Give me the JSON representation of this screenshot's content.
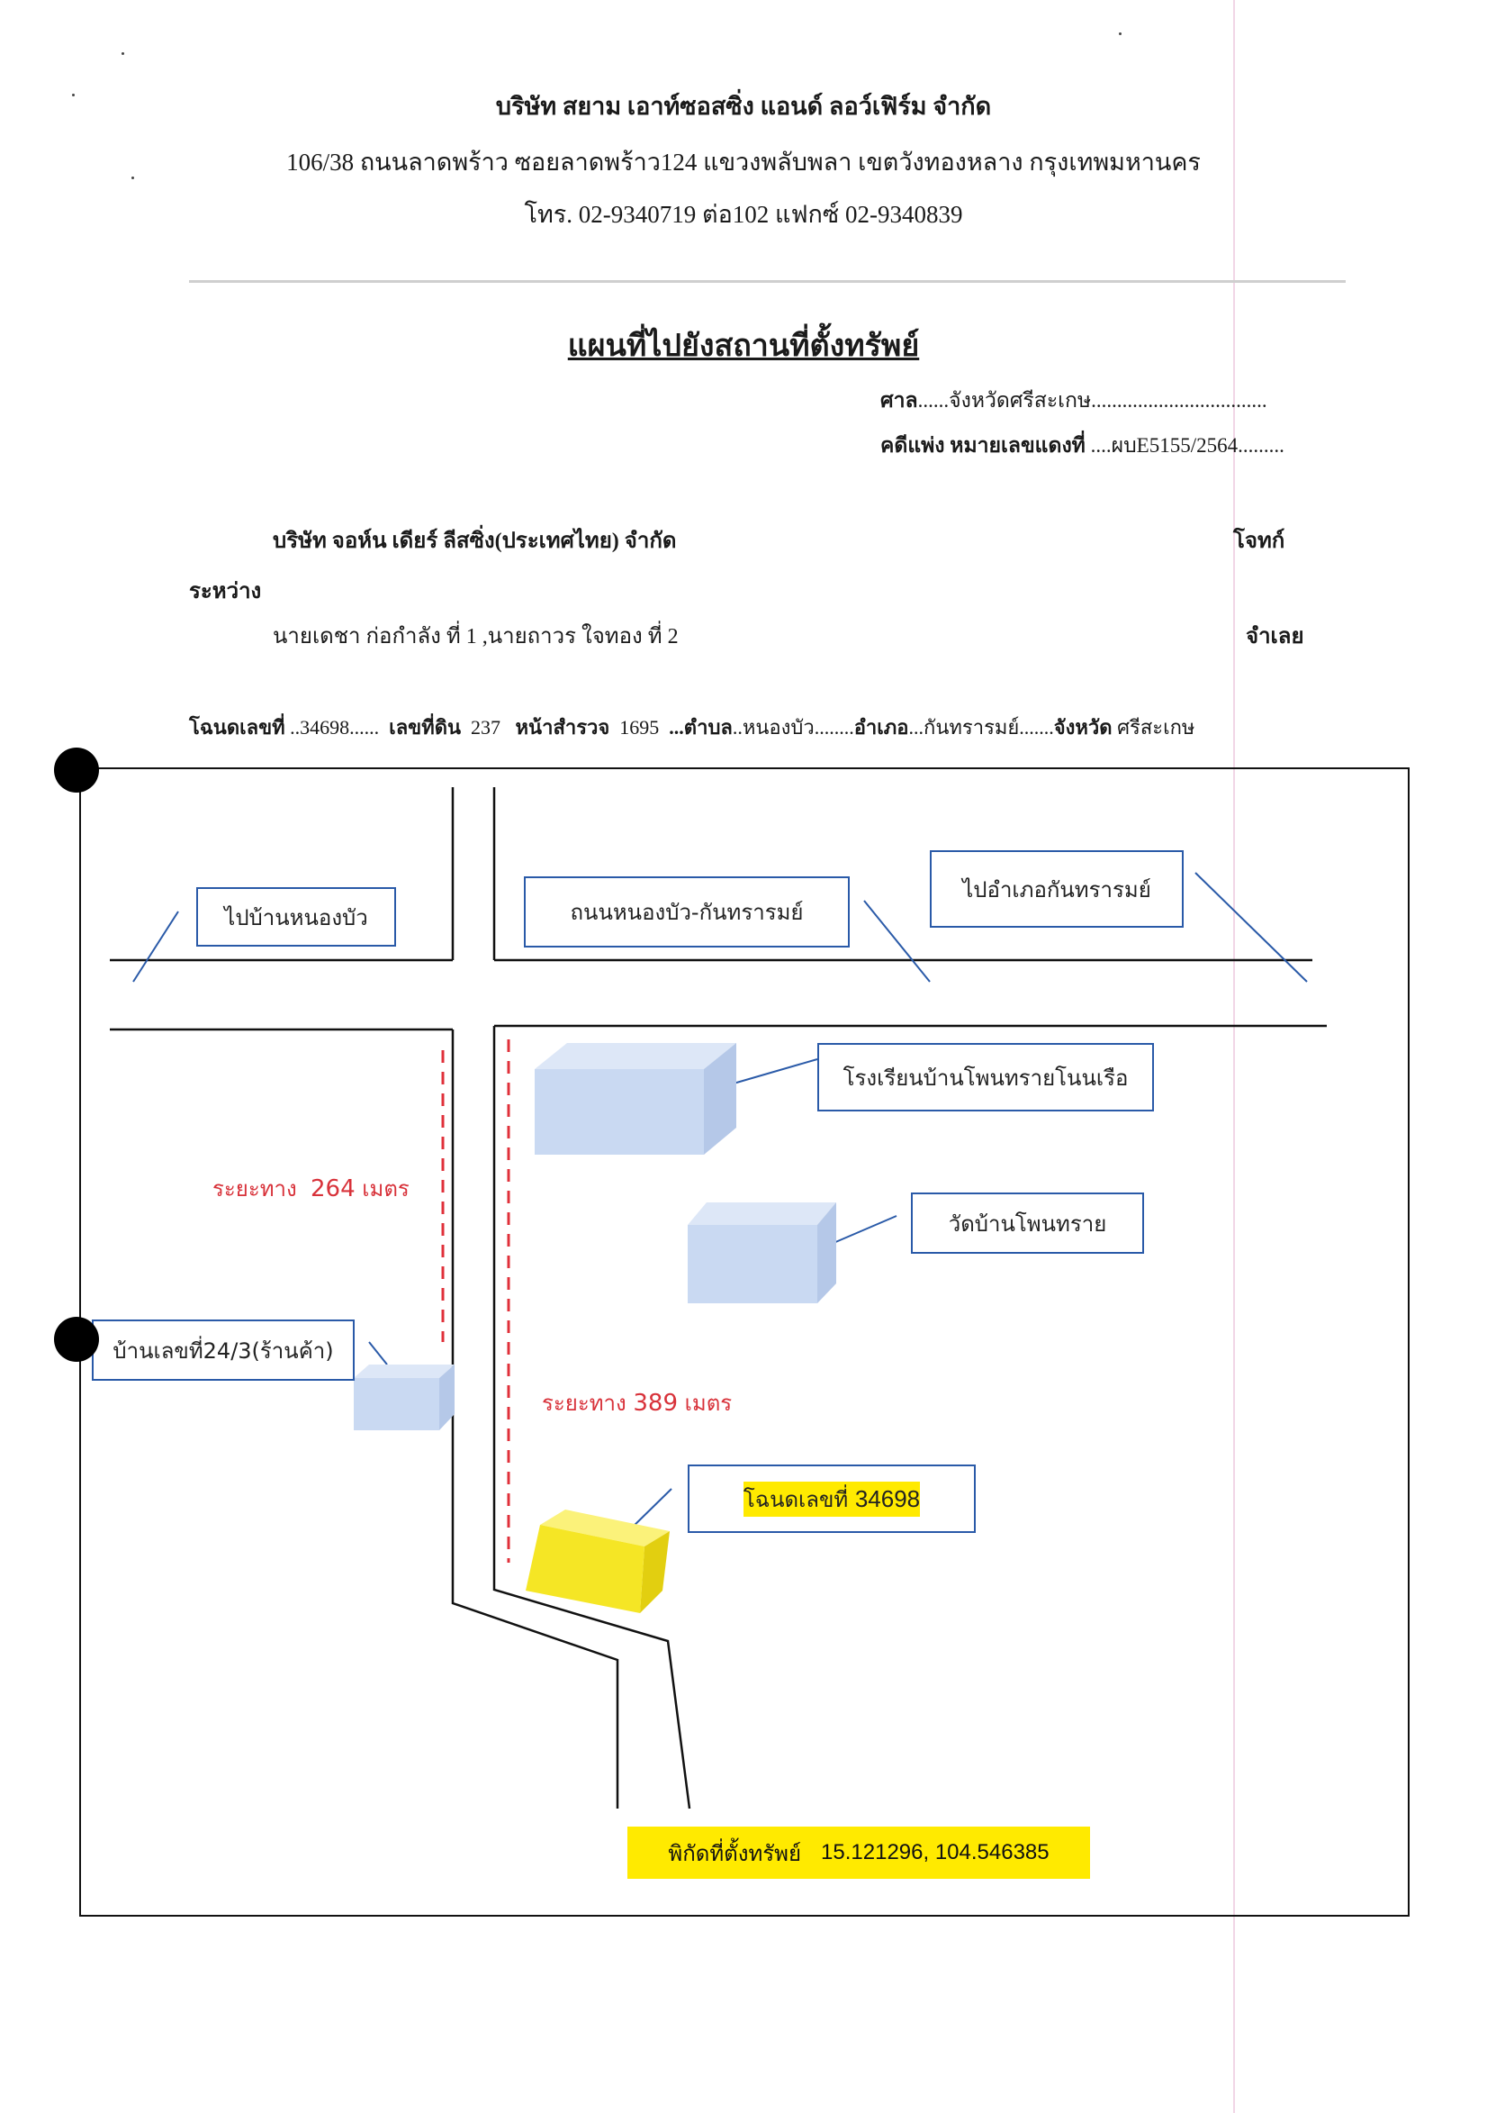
{
  "header": {
    "company": "บริษัท สยาม เอาท์ซอสซิ่ง แอนด์ ลอว์เฟิร์ม จำกัด",
    "address": "106/38 ถนนลาดพร้าว ซอยลาดพร้าว124 แขวงพลับพลา เขตวังทองหลาง กรุงเทพมหานคร",
    "contact": "โทร. 02-9340719 ต่อ102 แฟกซ์ 02-9340839"
  },
  "title": "แผนที่ไปยังสถานที่ตั้งทรัพย์",
  "case": {
    "court_label": "ศาล",
    "court_value": "......จังหวัดศรีสะเกษ..................................",
    "civil_label": "คดีแพ่ง หมายเลขแดงที่",
    "civil_value": "....ผบE5155/2564........."
  },
  "parties": {
    "plaintiff_name": "บริษัท จอห์น เดียร์ ลีสซิ่ง(ประเทศไทย) จำกัด",
    "plaintiff_role": "โจทก์",
    "between": "ระหว่าง",
    "defendants": "นายเดชา ก่อกำลัง ที่ 1 ,นายถาวร ใจทอง ที่ 2",
    "defendant_role": "จำเลย"
  },
  "deed": {
    "deed_label": "โฉนดเลขที่",
    "deed_value": "..34698......",
    "land_label": "เลขที่ดิน",
    "land_value": "237",
    "survey_label": "หน้าสำรวจ",
    "survey_value": "1695",
    "subdistrict_label": "...ตำบล",
    "subdistrict_value": "..หนองบัว........",
    "district_label": "อำเภอ",
    "district_value": "...กันทรารมย์.......",
    "province_label": "จังหวัด",
    "province_value": "ศรีสะเกษ"
  },
  "map": {
    "labels": {
      "to_nongbua": "ไปบ้านหนองบัว",
      "road": "ถนนหนองบัว-กันทรารมย์",
      "to_kanthararom": "ไปอำเภอกันทรารมย์",
      "school": "โรงเรียนบ้านโพนทรายโนนเรือ",
      "temple": "วัดบ้านโพนทราย",
      "house": "บ้านเลขที่24/3(ร้านค้า)",
      "deed_prefix": "โฉนดเลขที่",
      "deed_number": "34698"
    },
    "distances": {
      "d1_prefix": "ระยะทาง",
      "d1_value": "264",
      "d1_unit": "เมตร",
      "d2_prefix": "ระยะทาง",
      "d2_value": "389",
      "d2_unit": "เมตร"
    },
    "coordinates": {
      "label": "พิกัดที่ตั้งทรัพย์",
      "value": "15.121296, 104.546385"
    },
    "colors": {
      "label_border": "#2a5aa8",
      "distance_text": "#d8323a",
      "highlight": "#ffea00",
      "building": "#c9d9f2",
      "target_building": "#f5e625"
    }
  }
}
